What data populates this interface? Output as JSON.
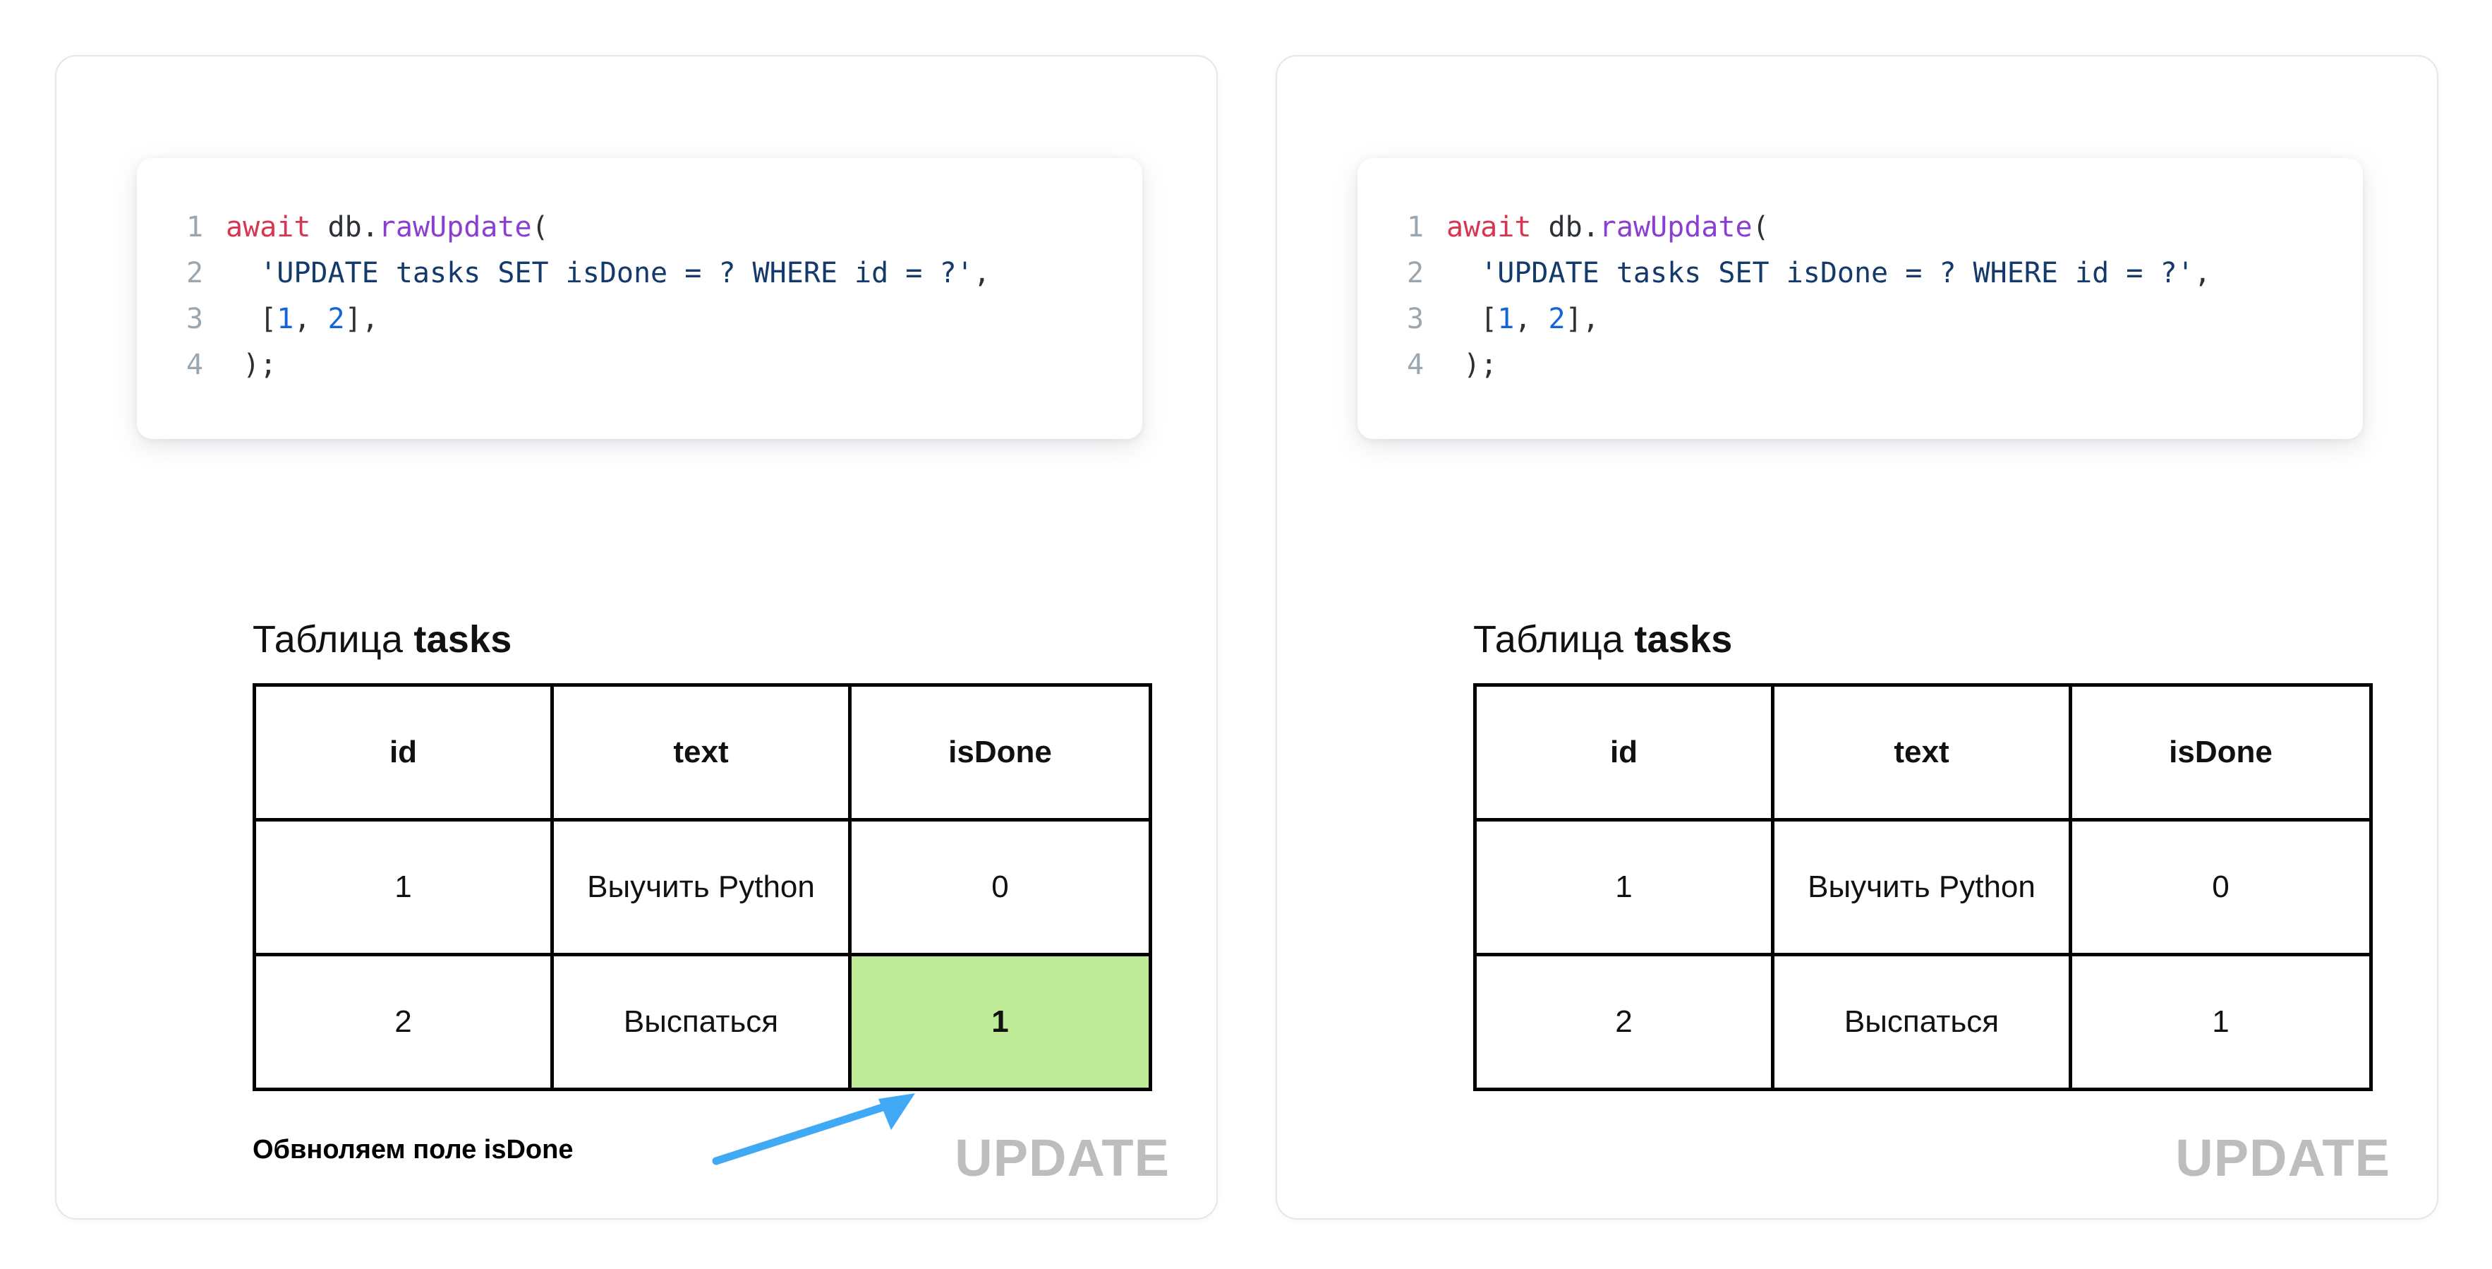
{
  "panels": [
    {
      "id": "before",
      "code": {
        "lines": [
          {
            "num": "1",
            "tokens": [
              {
                "t": "await",
                "c": "kw"
              },
              {
                "t": " ",
                "c": "pun"
              },
              {
                "t": "db",
                "c": "obj"
              },
              {
                "t": ".",
                "c": "pun"
              },
              {
                "t": "rawUpdate",
                "c": "fn"
              },
              {
                "t": "(",
                "c": "pun"
              }
            ]
          },
          {
            "num": "2",
            "tokens": [
              {
                "t": "  ",
                "c": "pun"
              },
              {
                "t": "'UPDATE tasks SET isDone = ? WHERE id = ?'",
                "c": "str"
              },
              {
                "t": ",",
                "c": "pun"
              }
            ]
          },
          {
            "num": "3",
            "tokens": [
              {
                "t": "  [",
                "c": "pun"
              },
              {
                "t": "1",
                "c": "num"
              },
              {
                "t": ", ",
                "c": "pun"
              },
              {
                "t": "2",
                "c": "num"
              },
              {
                "t": "],",
                "c": "pun"
              }
            ]
          },
          {
            "num": "4",
            "tokens": [
              {
                "t": " );",
                "c": "pun"
              }
            ]
          }
        ]
      },
      "table": {
        "caption_prefix": "Таблица ",
        "caption_name": "tasks",
        "headers": [
          "id",
          "text",
          "isDone"
        ],
        "rows": [
          {
            "cells": [
              "1",
              "Выучить Python",
              "0"
            ],
            "highlight": [
              false,
              false,
              false
            ]
          },
          {
            "cells": [
              "2",
              "Выспаться",
              "1"
            ],
            "highlight": [
              false,
              false,
              true
            ]
          }
        ]
      },
      "annotation": {
        "label": "Обвноляем поле isDone",
        "arrow_color": "#3FA9F5",
        "visible": true
      },
      "watermark": "UPDATE"
    },
    {
      "id": "after",
      "code": {
        "lines": [
          {
            "num": "1",
            "tokens": [
              {
                "t": "await",
                "c": "kw"
              },
              {
                "t": " ",
                "c": "pun"
              },
              {
                "t": "db",
                "c": "obj"
              },
              {
                "t": ".",
                "c": "pun"
              },
              {
                "t": "rawUpdate",
                "c": "fn"
              },
              {
                "t": "(",
                "c": "pun"
              }
            ]
          },
          {
            "num": "2",
            "tokens": [
              {
                "t": "  ",
                "c": "pun"
              },
              {
                "t": "'UPDATE tasks SET isDone = ? WHERE id = ?'",
                "c": "str"
              },
              {
                "t": ",",
                "c": "pun"
              }
            ]
          },
          {
            "num": "3",
            "tokens": [
              {
                "t": "  [",
                "c": "pun"
              },
              {
                "t": "1",
                "c": "num"
              },
              {
                "t": ", ",
                "c": "pun"
              },
              {
                "t": "2",
                "c": "num"
              },
              {
                "t": "],",
                "c": "pun"
              }
            ]
          },
          {
            "num": "4",
            "tokens": [
              {
                "t": " );",
                "c": "pun"
              }
            ]
          }
        ]
      },
      "table": {
        "caption_prefix": "Таблица ",
        "caption_name": "tasks",
        "headers": [
          "id",
          "text",
          "isDone"
        ],
        "rows": [
          {
            "cells": [
              "1",
              "Выучить Python",
              "0"
            ],
            "highlight": [
              false,
              false,
              false
            ]
          },
          {
            "cells": [
              "2",
              "Выспаться",
              "1"
            ],
            "highlight": [
              false,
              false,
              false
            ]
          }
        ]
      },
      "annotation": {
        "label": "",
        "arrow_color": "#3FA9F5",
        "visible": false
      },
      "watermark": "UPDATE"
    }
  ],
  "colors": {
    "highlight_green": "#BFEB99",
    "arrow_blue": "#3FA9F5",
    "watermark_gray": "#BDBDBD",
    "keyword_red": "#D93550",
    "function_purple": "#8A3FD1",
    "string_navy": "#143A6B",
    "number_blue": "#1565D8",
    "linenumber_gray": "#9AA7B0",
    "table_border": "#000000",
    "card_border": "#E6E6E6"
  }
}
